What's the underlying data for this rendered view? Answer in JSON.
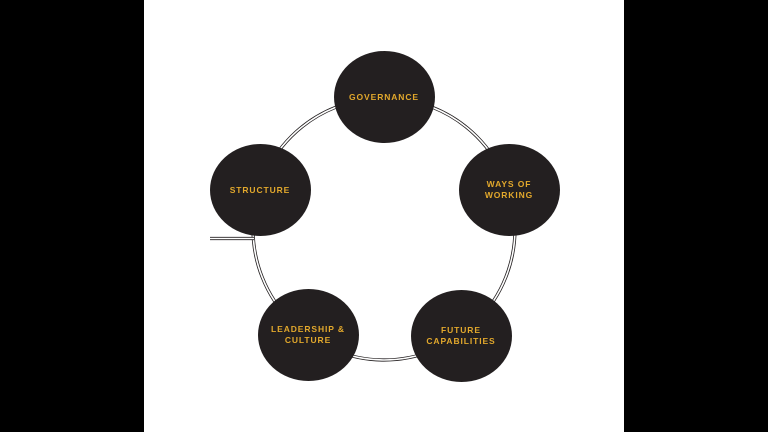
{
  "colors": {
    "background": "#000000",
    "canvas": "#ffffff",
    "node-fill": "#231f20",
    "label": "#e2a82c",
    "ring-dark": "#231f20",
    "ring-light": "#ffffff"
  },
  "diagram": {
    "type": "cycle",
    "node_count": 5,
    "nodes": [
      {
        "id": "governance",
        "label": "GOVERNANCE"
      },
      {
        "id": "ways-of-working",
        "label": "WAYS OF\nWORKING"
      },
      {
        "id": "future-capabilities",
        "label": "FUTURE\nCAPABILITIES"
      },
      {
        "id": "leadership-culture",
        "label": "LEADERSHIP &\nCULTURE"
      },
      {
        "id": "structure",
        "label": "STRUCTURE"
      }
    ]
  }
}
